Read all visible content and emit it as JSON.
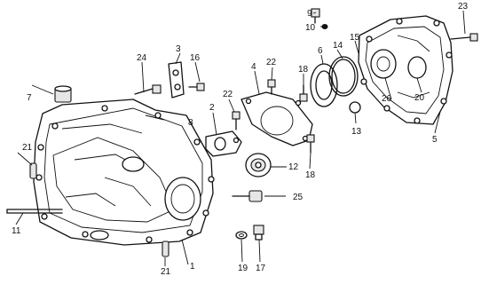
{
  "callouts": {
    "c1": "1",
    "c2": "2",
    "c3": "3",
    "c4": "4",
    "c5": "5",
    "c6": "6",
    "c7": "7",
    "c8": "8",
    "c9": "9",
    "c10": "10",
    "c11": "11",
    "c12": "12",
    "c13": "13",
    "c14": "14",
    "c15": "15",
    "c16": "16",
    "c17": "17",
    "c18a": "18",
    "c18b": "18",
    "c19": "19",
    "c20": "20",
    "c21a": "21",
    "c21b": "21",
    "c22a": "22",
    "c22b": "22",
    "c23": "23",
    "c24": "24",
    "c25": "25",
    "c26": "26"
  }
}
